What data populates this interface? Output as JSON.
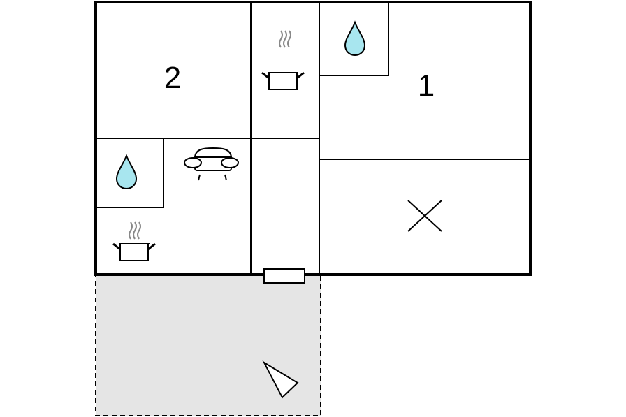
{
  "floorplan": {
    "rooms": [
      {
        "id": "bedroom-2",
        "label": "2"
      },
      {
        "id": "bedroom-1",
        "label": "1"
      }
    ],
    "icons": {
      "water_drop": "water-drop-icon",
      "cooking_pot": "cooking-pot-icon",
      "sofa": "sofa-icon",
      "cross": "cross-icon",
      "view_direction": "view-direction-icon"
    },
    "colors": {
      "wall": "#000000",
      "water": "#a8e6ef",
      "terrace": "#e5e5e5",
      "fixture": "#ffffff",
      "steam": "#888888"
    }
  }
}
